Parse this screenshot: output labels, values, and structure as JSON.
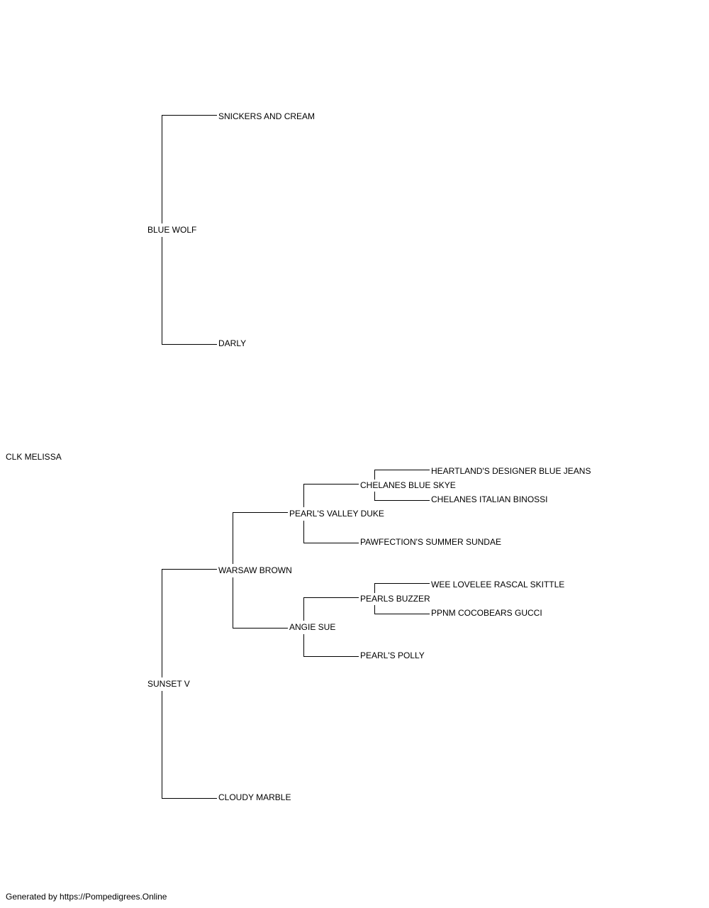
{
  "pedigree": {
    "subject": "CLK MELISSA",
    "sire": "BLUE WOLF",
    "sire_sire": "SNICKERS AND CREAM",
    "sire_dam": "DARLY",
    "dam": "SUNSET V",
    "dam_sire": "WARSAW BROWN",
    "dam_dam": "CLOUDY MARBLE",
    "dam_sire_sire": "PEARL'S VALLEY DUKE",
    "dam_sire_dam": "ANGIE SUE",
    "dam_sire_sire_sire": "CHELANES BLUE SKYE",
    "dam_sire_sire_dam": "PAWFECTION'S SUMMER SUNDAE",
    "dam_sire_dam_sire": "PEARLS BUZZER",
    "dam_sire_dam_dam": "PEARL'S POLLY",
    "dam_sire_sire_sire_sire": "HEARTLAND'S DESIGNER BLUE JEANS",
    "dam_sire_sire_sire_dam": "CHELANES ITALIAN BINOSSI",
    "dam_sire_dam_sire_sire": "WEE LOVELEE RASCAL SKITTLE",
    "dam_sire_dam_sire_dam": "PPNM COCOBEARS GUCCI"
  },
  "footer": {
    "text": "Generated by https://Pompedigrees.Online"
  }
}
